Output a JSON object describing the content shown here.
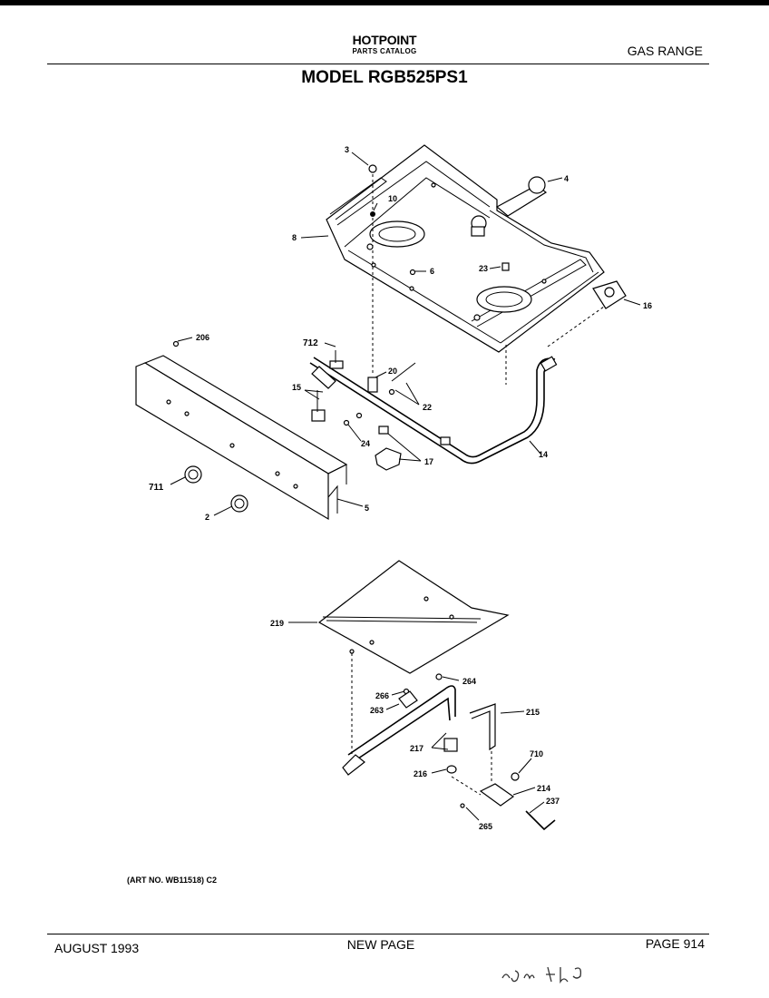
{
  "header": {
    "brand": "HOTPOINT",
    "catalog": "PARTS CATALOG",
    "product_type": "GAS RANGE",
    "model": "MODEL RGB525PS1"
  },
  "diagram": {
    "part_labels": {
      "p3": "3",
      "p4": "4",
      "p10": "10",
      "p8": "8",
      "p6": "6",
      "p23": "23",
      "p16": "16",
      "p206": "206",
      "p712": "712",
      "p20": "20",
      "p15": "15",
      "p22": "22",
      "p24": "24",
      "p17": "17",
      "p14": "14",
      "p711": "711",
      "p2": "2",
      "p5": "5",
      "p219": "219",
      "p264": "264",
      "p266": "266",
      "p263": "263",
      "p215": "215",
      "p217": "217",
      "p710": "710",
      "p216": "216",
      "p214": "214",
      "p237": "237",
      "p265": "265"
    }
  },
  "art_number": "(ART NO. WB11518) C2",
  "footer": {
    "date": "AUGUST 1993",
    "status": "NEW PAGE",
    "page": "PAGE 914"
  }
}
